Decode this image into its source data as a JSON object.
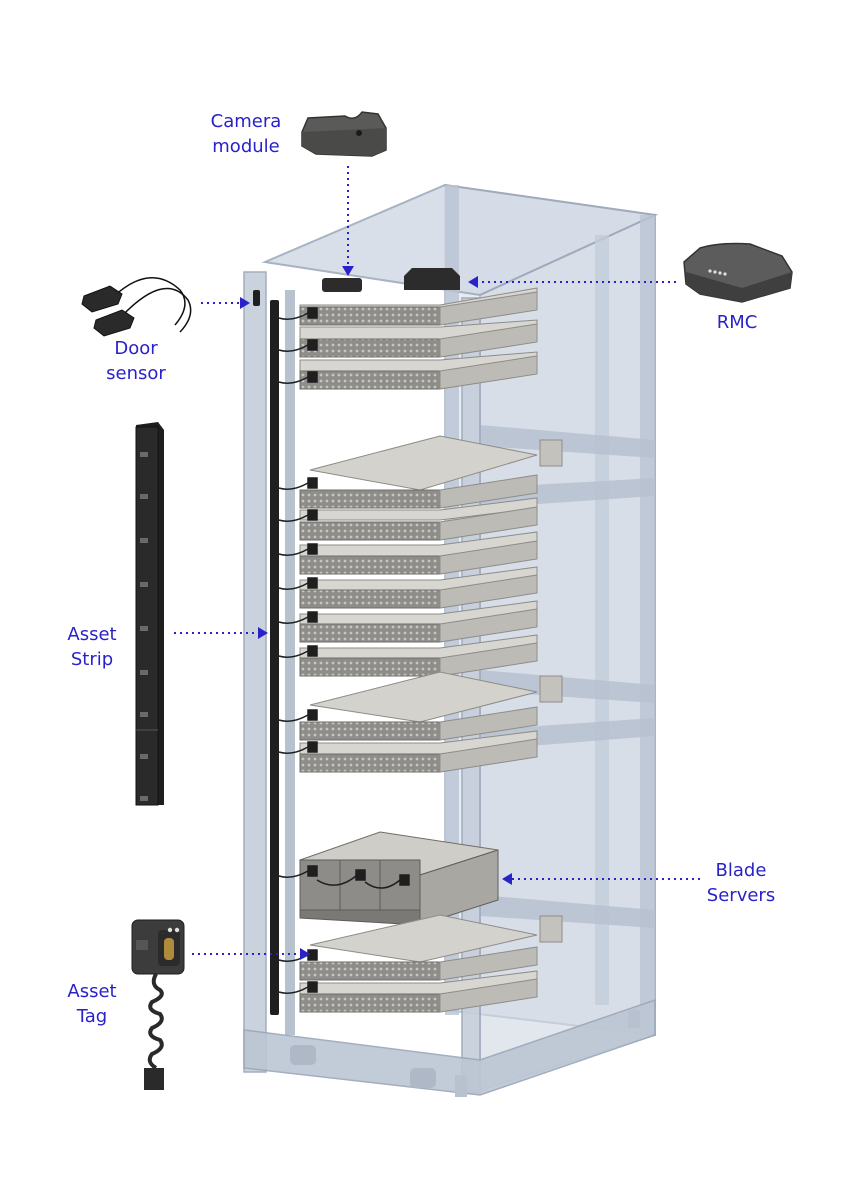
{
  "colors": {
    "label": "#2a22c9",
    "leader": "#2a22c9",
    "frame": "#9aa6b8",
    "frame_fill": "#c9d3e2",
    "server": "#d8d6d0",
    "server_front": "#8d8c88",
    "dark": "#2c2c2c"
  },
  "labels": {
    "camera": [
      "Camera",
      "module"
    ],
    "door": [
      "Door",
      "sensor"
    ],
    "rmc": [
      "RMC"
    ],
    "asset_strip": [
      "Asset",
      "Strip"
    ],
    "blade": [
      "Blade",
      "Servers"
    ],
    "asset_tag": [
      "Asset",
      "Tag"
    ]
  },
  "icons": [
    "camera-module-icon",
    "door-sensor-icon",
    "rmc-device-icon",
    "asset-strip-icon",
    "asset-tag-icon",
    "server-rack-icon"
  ]
}
